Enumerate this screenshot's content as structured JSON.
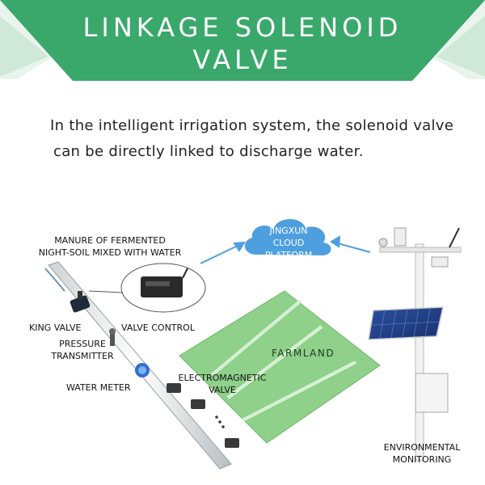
{
  "banner": {
    "title_line1": "LINKAGE SOLENOID",
    "title_line2": "VALVE",
    "color": "#3aa86b"
  },
  "intro": {
    "line1": "In the intelligent irrigation system, the solenoid valve",
    "line2": "can be directly linked to discharge water."
  },
  "diagram": {
    "cloud": {
      "line1": "JINGXUN",
      "line2": "CLOUD",
      "line3": "PLATFORM",
      "color": "#4e9fe0"
    },
    "farmland": "FARMLAND",
    "labels": {
      "manure_line1": "MANURE OF FERMENTED",
      "manure_line2": "NIGHT-SOIL MIXED WITH WATER",
      "king_valve": "KING VALVE",
      "valve_control": "VALVE CONTROL",
      "pressure_line1": "PRESSURE",
      "pressure_line2": "TRANSMITTER",
      "water_meter": "WATER METER",
      "electromagnetic_line1": "ELECTROMAGNETIC",
      "electromagnetic_line2": "VALVE",
      "environmental_line1": "ENVIRONMENTAL",
      "environmental_line2": "MONITORING"
    },
    "farm_color": "#8fd08a"
  }
}
